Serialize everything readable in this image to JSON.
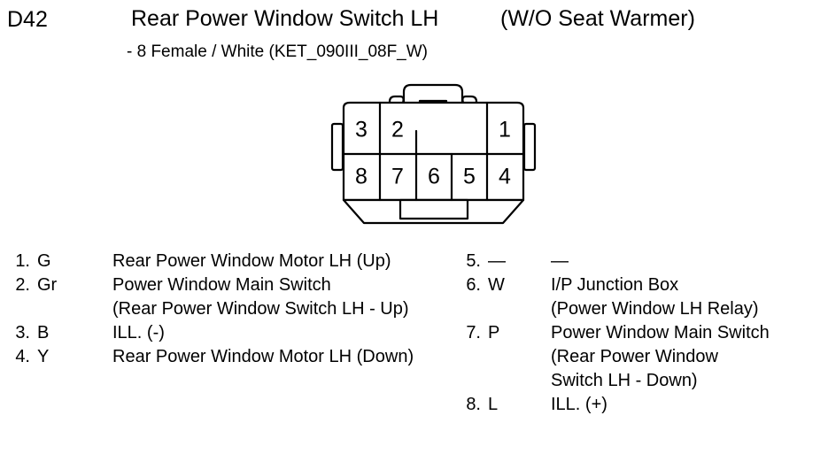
{
  "header": {
    "connector_code": "D42",
    "title": "Rear Power Window Switch LH",
    "variant": "(W/O Seat Warmer)",
    "subtitle": "- 8 Female / White (KET_090III_08F_W)"
  },
  "connector": {
    "cavity_count": 8,
    "gender": "Female",
    "housing_color": "White",
    "part_code": "KET_090III_08F_W",
    "outline_color": "#000000",
    "fill_color": "#ffffff",
    "top_row": [
      "3",
      "2",
      "1"
    ],
    "bottom_row": [
      "8",
      "7",
      "6",
      "5",
      "4"
    ]
  },
  "legend": {
    "left": [
      {
        "no": "1.",
        "color": "G",
        "desc": "Rear Power Window Motor LH (Up)",
        "continuation": false
      },
      {
        "no": "2.",
        "color": "Gr",
        "desc": "Power Window Main Switch",
        "continuation": false
      },
      {
        "no": "",
        "color": "",
        "desc": "(Rear Power Window Switch LH - Up)",
        "continuation": true
      },
      {
        "no": "3.",
        "color": "B",
        "desc": "ILL. (-)",
        "continuation": false
      },
      {
        "no": "4.",
        "color": "Y",
        "desc": "Rear Power Window Motor LH (Down)",
        "continuation": false
      }
    ],
    "right": [
      {
        "no": "5.",
        "color": "—",
        "desc": "—",
        "continuation": false
      },
      {
        "no": "6.",
        "color": "W",
        "desc": "I/P Junction Box",
        "continuation": false
      },
      {
        "no": "",
        "color": "",
        "desc": "(Power Window LH Relay)",
        "continuation": true
      },
      {
        "no": "7.",
        "color": "P",
        "desc": "Power Window Main Switch",
        "continuation": false
      },
      {
        "no": "",
        "color": "",
        "desc": "(Rear Power Window",
        "continuation": true
      },
      {
        "no": "",
        "color": "",
        "desc": "Switch LH - Down)",
        "continuation": true
      },
      {
        "no": "8.",
        "color": "L",
        "desc": "ILL. (+)",
        "continuation": false
      }
    ]
  }
}
